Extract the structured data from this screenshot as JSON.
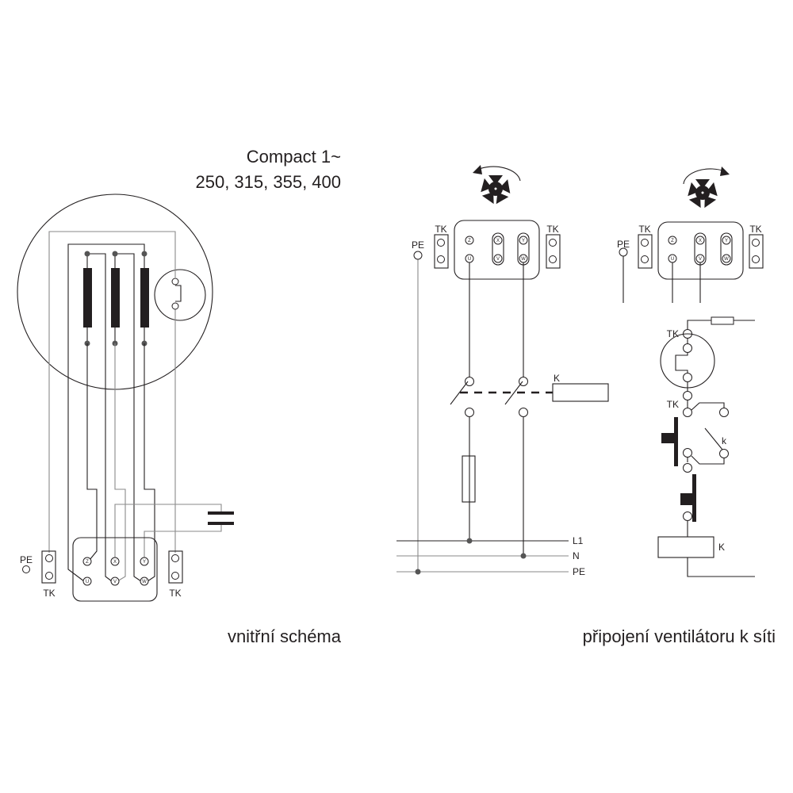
{
  "title": {
    "line1": "Compact 1~",
    "line2": "250, 315, 355, 400"
  },
  "captions": {
    "internal": "vnitřní schéma",
    "connection": "připojení ventilátoru k síti"
  },
  "labels": {
    "pe": "PE",
    "tk": "TK",
    "contactor": "K",
    "aux_contact": "k",
    "l1": "L1",
    "n": "N",
    "pe_line": "PE"
  },
  "terminals": {
    "z": "Z",
    "x": "X",
    "y": "Y",
    "u": "U",
    "v": "V",
    "w": "W"
  },
  "colors": {
    "line": "#231f20",
    "wire_gray": "#8a8a8a"
  }
}
